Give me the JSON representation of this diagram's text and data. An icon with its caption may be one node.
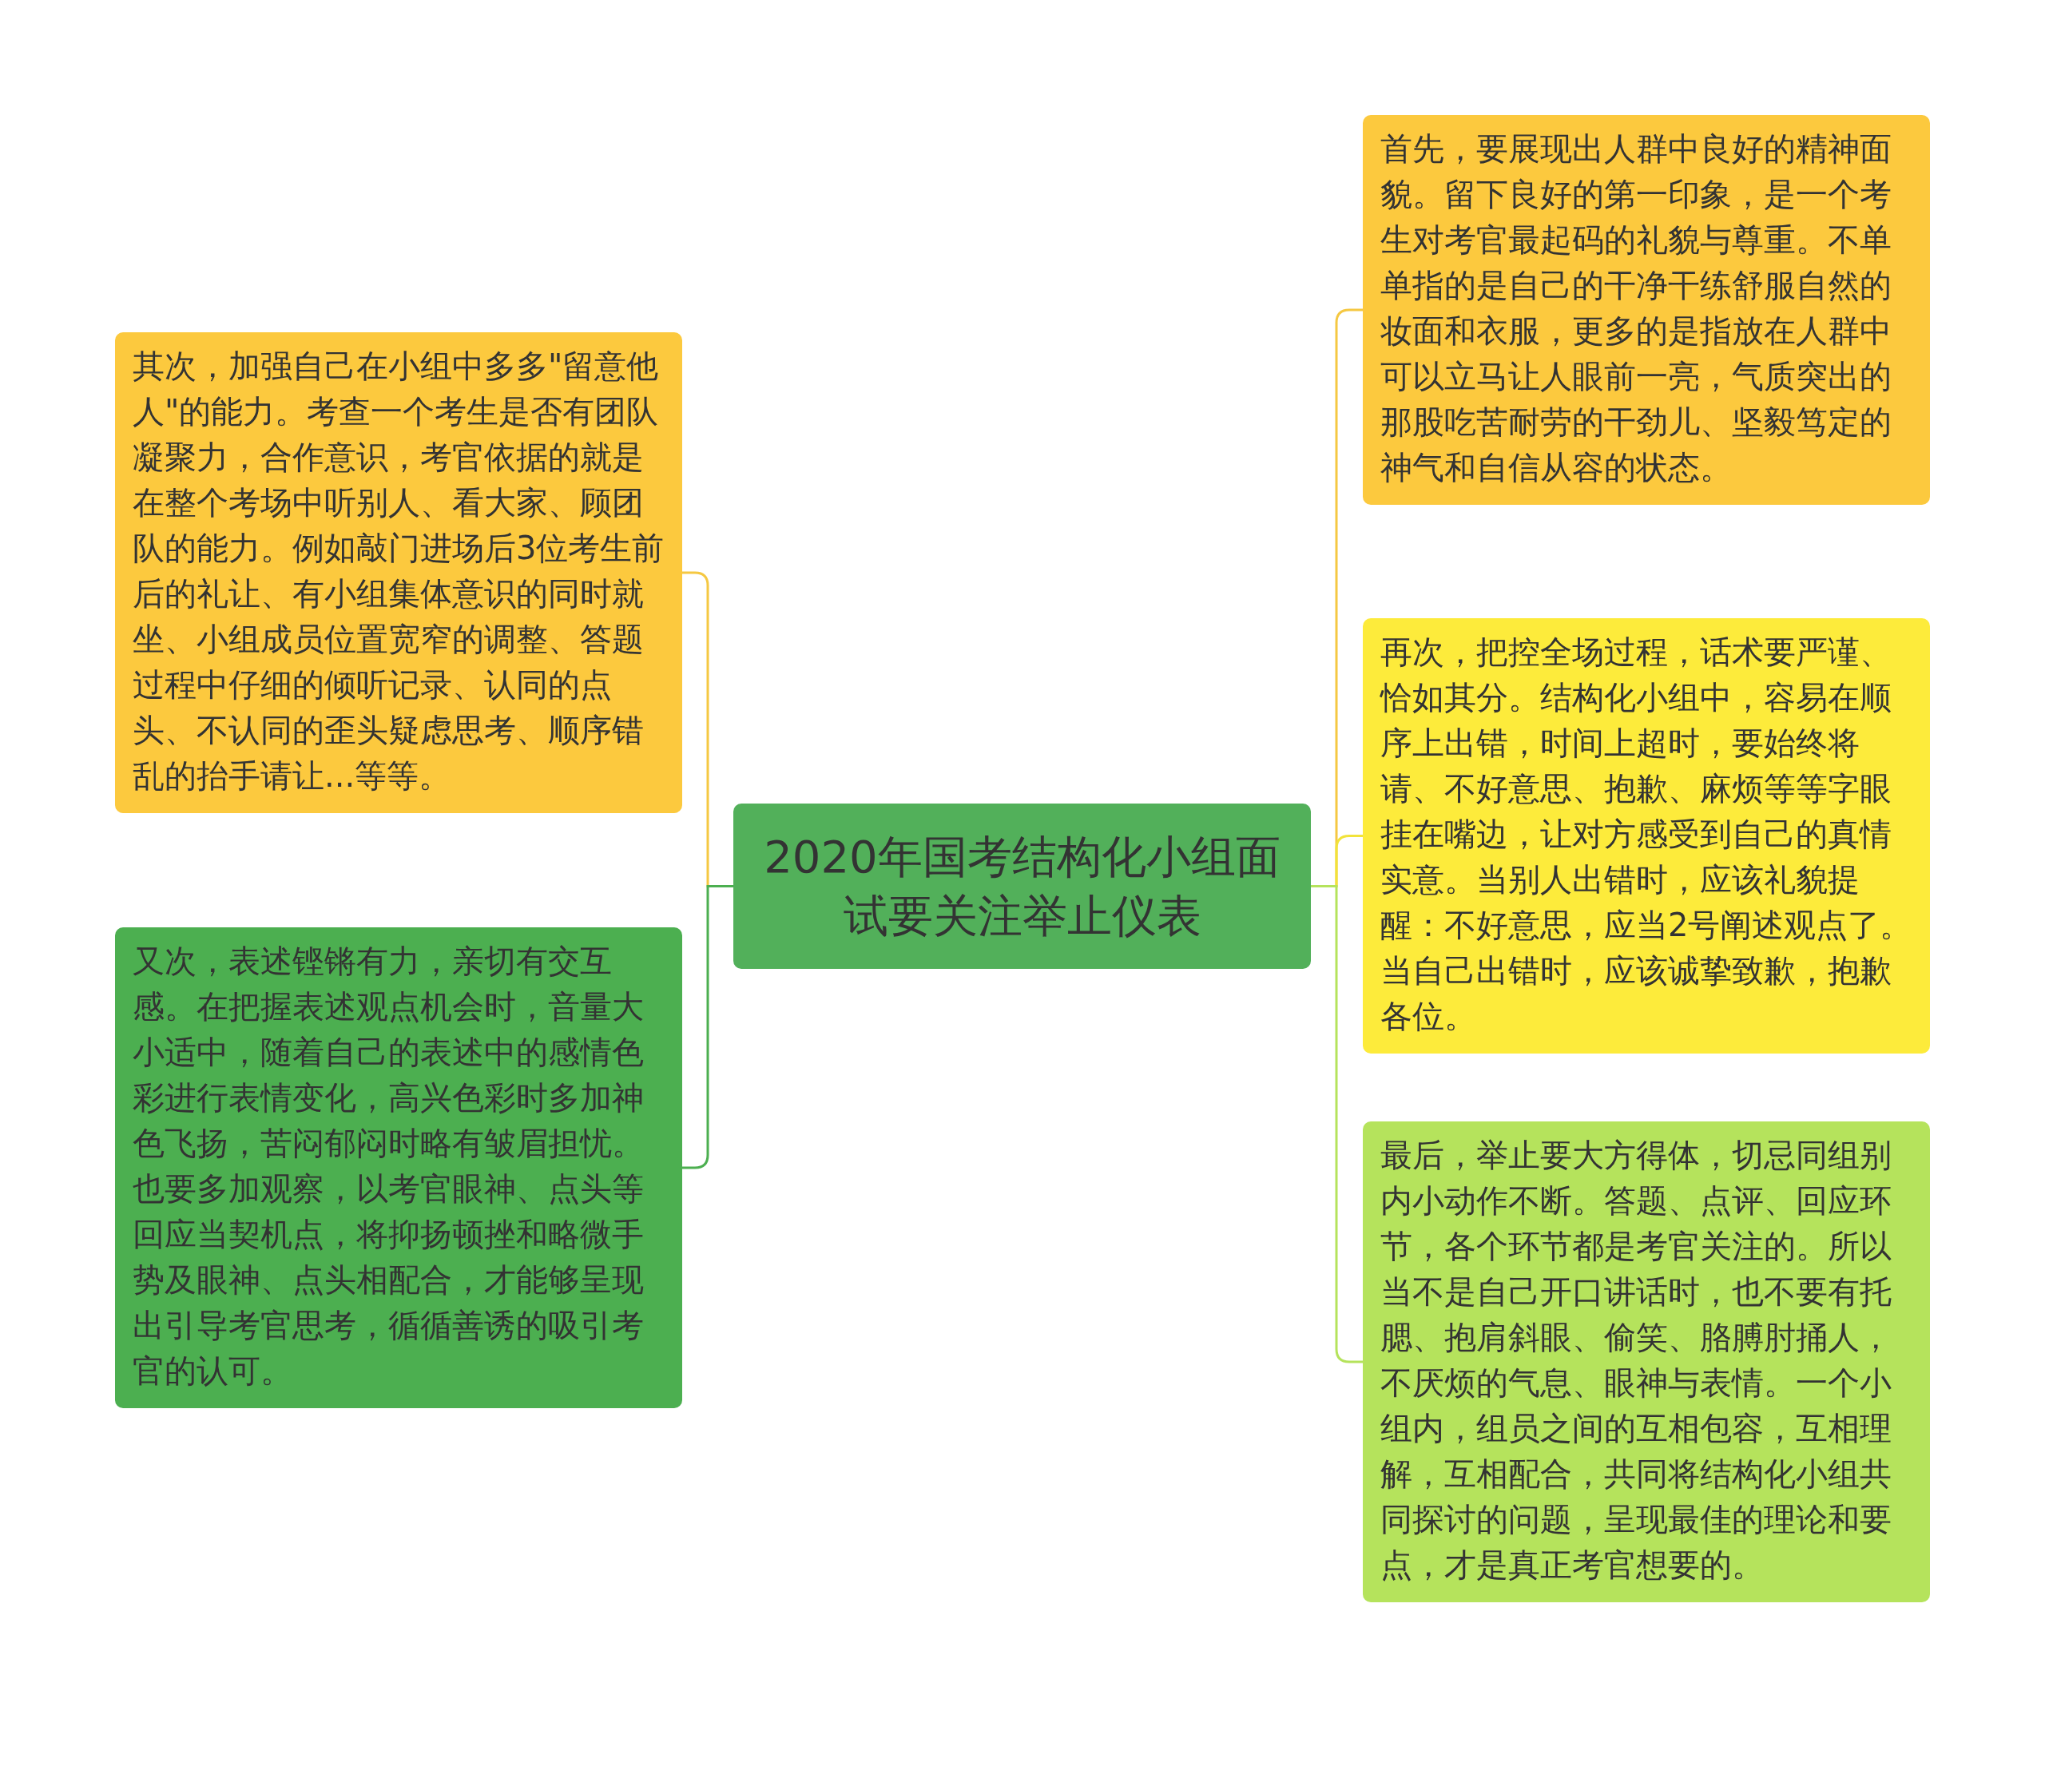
{
  "diagram": {
    "nodes": [
      {
        "text": [
          "2020年国考结构化小组面试要关注举止仪表"
        ]
      },
      {
        "text": [
          "其次，加强自己在小组中多多\"留意他人\"的能力。考查一个考生是否有团队凝聚力，合作意识，考官依据的就是在整个考场中听别人、看大家、顾团队的能力。例如敲门进场后3位考生前后的礼让、有小组集体意识的同时就坐、小组成员位置宽窄的调整、答题过程中仔细的倾听记录、认同的点头、不认同的歪头疑虑思考、顺序错乱的抬手请让...等等。"
        ]
      },
      {
        "text": [
          "又次，表述铿锵有力，亲切有交互感。在把握表述观点机会时，音量大小适中，随着自己的表述中的感情色彩进行表情变化，高兴色彩时多加神色飞扬，苦闷郁闷时略有皱眉担忧。也要多加观察，以考官眼神、点头等回应当契机点，将抑扬顿挫和略微手势及眼神、点头相配合，才能够呈现出引导考官思考，循循善诱的吸引考官的认可。"
        ]
      },
      {
        "text": [
          "首先，要展现出人群中良好的精神面貌。留下良好的第一印象，是一个考生对考官最起码的礼貌与尊重。不单单指的是自己的干净干练舒服自然的妆面和衣服，更多的是指放在人群中可以立马让人眼前一亮，气质突出的那股吃苦耐劳的干劲儿、坚毅笃定的神气和自信从容的状态。"
        ]
      },
      {
        "text": [
          "再次，把控全场过程，话术要严谨、恰如其分。结构化小组中，容易在顺序上出错，时间上超时，要始终将请、不好意思、抱歉、麻烦等等字眼挂在嘴边，让对方感受到自己的真情实意。当别人出错时，应该礼貌提醒：不好意思，应当2号阐述观点了。当自己出错时，应该诚挚致歉，抱歉各位。"
        ]
      },
      {
        "text": [
          "最后，举止要大方得体，切忌同组别内小动作不断。答题、点评、回应环节，各个环节都是考官关注的。所以当不是自己开口讲话时，也不要有托腮、抱肩斜眼、偷笑、胳膊肘捅人，不厌烦的气息、眼神与表情。一个小组内，组员之间的互相包容，互相理解，互相配合，共同将结构化小组共同探讨的问题，呈现最佳的理论和要点，才是真正考官想要的。"
        ]
      }
    ],
    "edges": [
      {
        "from": 0,
        "to": 1,
        "arrow": "none",
        "color": "#f5c842"
      },
      {
        "from": 0,
        "to": 2,
        "arrow": "none",
        "color": "#4caf50"
      },
      {
        "from": 0,
        "to": 3,
        "arrow": "none",
        "color": "#f5c842"
      },
      {
        "from": 0,
        "to": 4,
        "arrow": "none",
        "color": "#f2e33a"
      },
      {
        "from": 0,
        "to": 5,
        "arrow": "none",
        "color": "#b5e35c"
      }
    ]
  }
}
